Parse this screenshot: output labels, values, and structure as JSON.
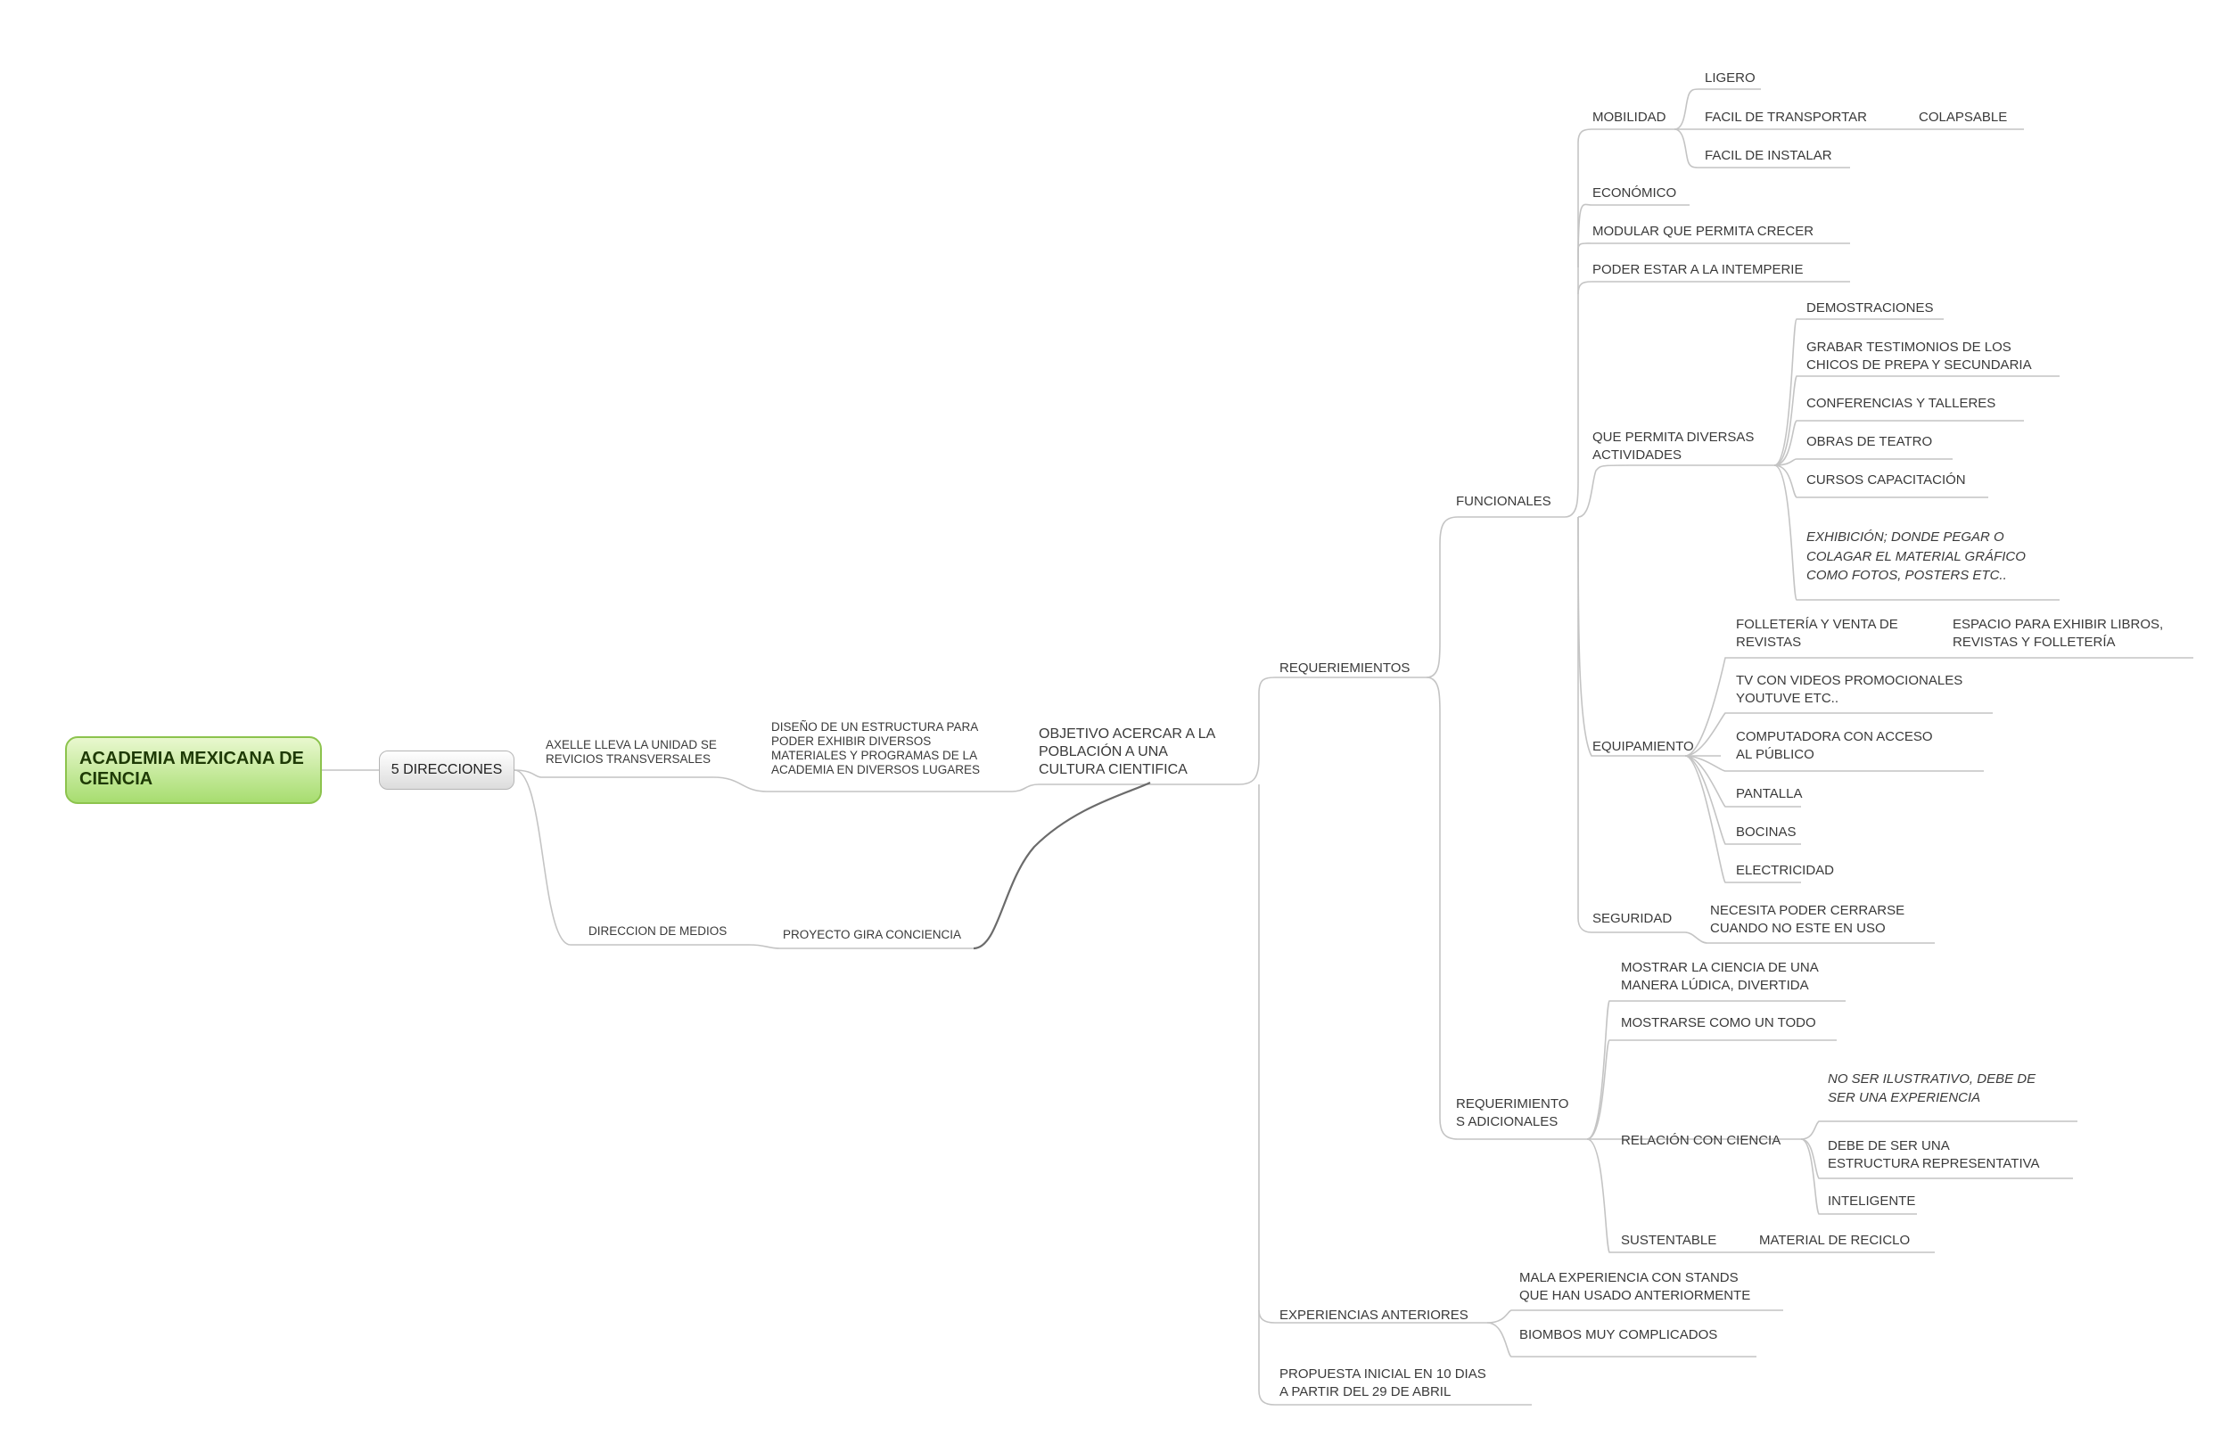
{
  "root": {
    "label": "ACADEMIA MEXICANA DE\nCIENCIA"
  },
  "hub": {
    "label": "5 DIRECCIONES"
  },
  "left_branches": {
    "axelle": "AXELLE LLEVA LA UNIDAD SE\nREVICIOS TRANSVERSALES",
    "diseno": "DISEÑO DE UN ESTRUCTURA PARA\nPODER EXHIBIR DIVERSOS\nMATERIALES Y PROGRAMAS DE LA\nACADEMIA EN DIVERSOS LUGARES",
    "direccion_medios": "DIRECCION DE MEDIOS",
    "proyecto": "PROYECTO GIRA CONCIENCIA"
  },
  "objetivo": "OBJETIVO ACERCAR A LA\nPOBLACIÓN A UNA\nCULTURA CIENTIFICA",
  "requerimientos": {
    "label": "REQUERIEMIENTOS",
    "funcionales": {
      "label": "FUNCIONALES",
      "movilidad": {
        "label": "MOBILIDAD",
        "ligero": "LIGERO",
        "facil_transportar": "FACIL DE TRANSPORTAR",
        "colapsable": "COLAPSABLE",
        "facil_instalar": "FACIL DE INSTALAR"
      },
      "economico": "ECONÓMICO",
      "modular": "MODULAR QUE PERMITA CRECER",
      "intemperie": "PODER ESTAR A LA INTEMPERIE",
      "actividades": {
        "label": "QUE PERMITA DIVERSAS\nACTIVIDADES",
        "items": [
          "DEMOSTRACIONES",
          "GRABAR TESTIMONIOS DE LOS\nCHICOS DE PREPA Y SECUNDARIA",
          "CONFERENCIAS Y TALLERES",
          "OBRAS DE TEATRO",
          "CURSOS CAPACITACIÓN",
          "EXHIBICIÓN; DONDE PEGAR O\nCOLAGAR EL MATERIAL GRÁFICO\nCOMO FOTOS, POSTERS ETC.."
        ]
      },
      "equipamiento": {
        "label": "EQUIPAMIENTO",
        "folleteria": "FOLLETERÍA Y VENTA DE\nREVISTAS",
        "espacio": "ESPACIO PARA EXHIBIR LIBROS,\nREVISTAS Y FOLLETERÍA",
        "tv": "TV CON VIDEOS PROMOCIONALES\nYOUTUVE ETC..",
        "computadora": "COMPUTADORA CON ACCESO\nAL PÚBLICO",
        "pantalla": "PANTALLA",
        "bocinas": "BOCINAS",
        "electricidad": "ELECTRICIDAD"
      },
      "seguridad": {
        "label": "SEGURIDAD",
        "cerrarse": "NECESITA PODER CERRARSE\nCUANDO NO ESTE EN USO"
      }
    },
    "adicionales": {
      "label": "REQUERIMIENTO\nS ADICIONALES",
      "ludica": "MOSTRAR LA CIENCIA DE UNA\nMANERA LÚDICA, DIVERTIDA",
      "todo": "MOSTRARSE COMO UN TODO",
      "relacion": {
        "label": "RELACIÓN CON CIENCIA",
        "ilustrativo": "NO SER  ILUSTRATIVO, DEBE DE\nSER UNA EXPERIENCIA",
        "representativa": "DEBE DE SER UNA\nESTRUCTURA REPRESENTATIVA",
        "inteligente": "INTELIGENTE"
      },
      "sustentable": {
        "label": "SUSTENTABLE",
        "reciclo": "MATERIAL DE RECICLO"
      }
    }
  },
  "experiencias": {
    "label": "EXPERIENCIAS ANTERIORES",
    "stands": "MALA EXPERIENCIA CON STANDS\nQUE HAN USADO ANTERIORMENTE",
    "biombos": "BIOMBOS MUY COMPLICADOS"
  },
  "propuesta": "PROPUESTA INICIAL EN 10 DIAS\nA PARTIR DEL 29 DE ABRIL",
  "colors": {
    "connector": "#c4c4c4",
    "connector_dark": "#6b6b6b",
    "root_border": "#8cc34d",
    "text": "#3a3a3a"
  }
}
